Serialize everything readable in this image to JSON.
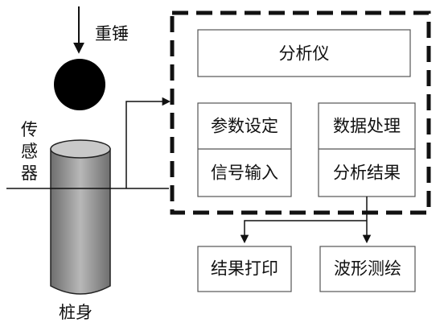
{
  "labels": {
    "hammer": "重锤",
    "sensor": "传感器",
    "pile": "桩身"
  },
  "analyzer": {
    "title": "分析仪",
    "param_setting": "参数设定",
    "data_processing": "数据处理",
    "signal_input": "信号输入",
    "analysis_result": "分析结果"
  },
  "outputs": {
    "print_result": "结果打印",
    "waveform": "波形测绘"
  },
  "colors": {
    "stroke": "#111111",
    "pile_dark": "#6f6f6f",
    "pile_light": "#b9b9b9",
    "hammer": "#000000"
  }
}
